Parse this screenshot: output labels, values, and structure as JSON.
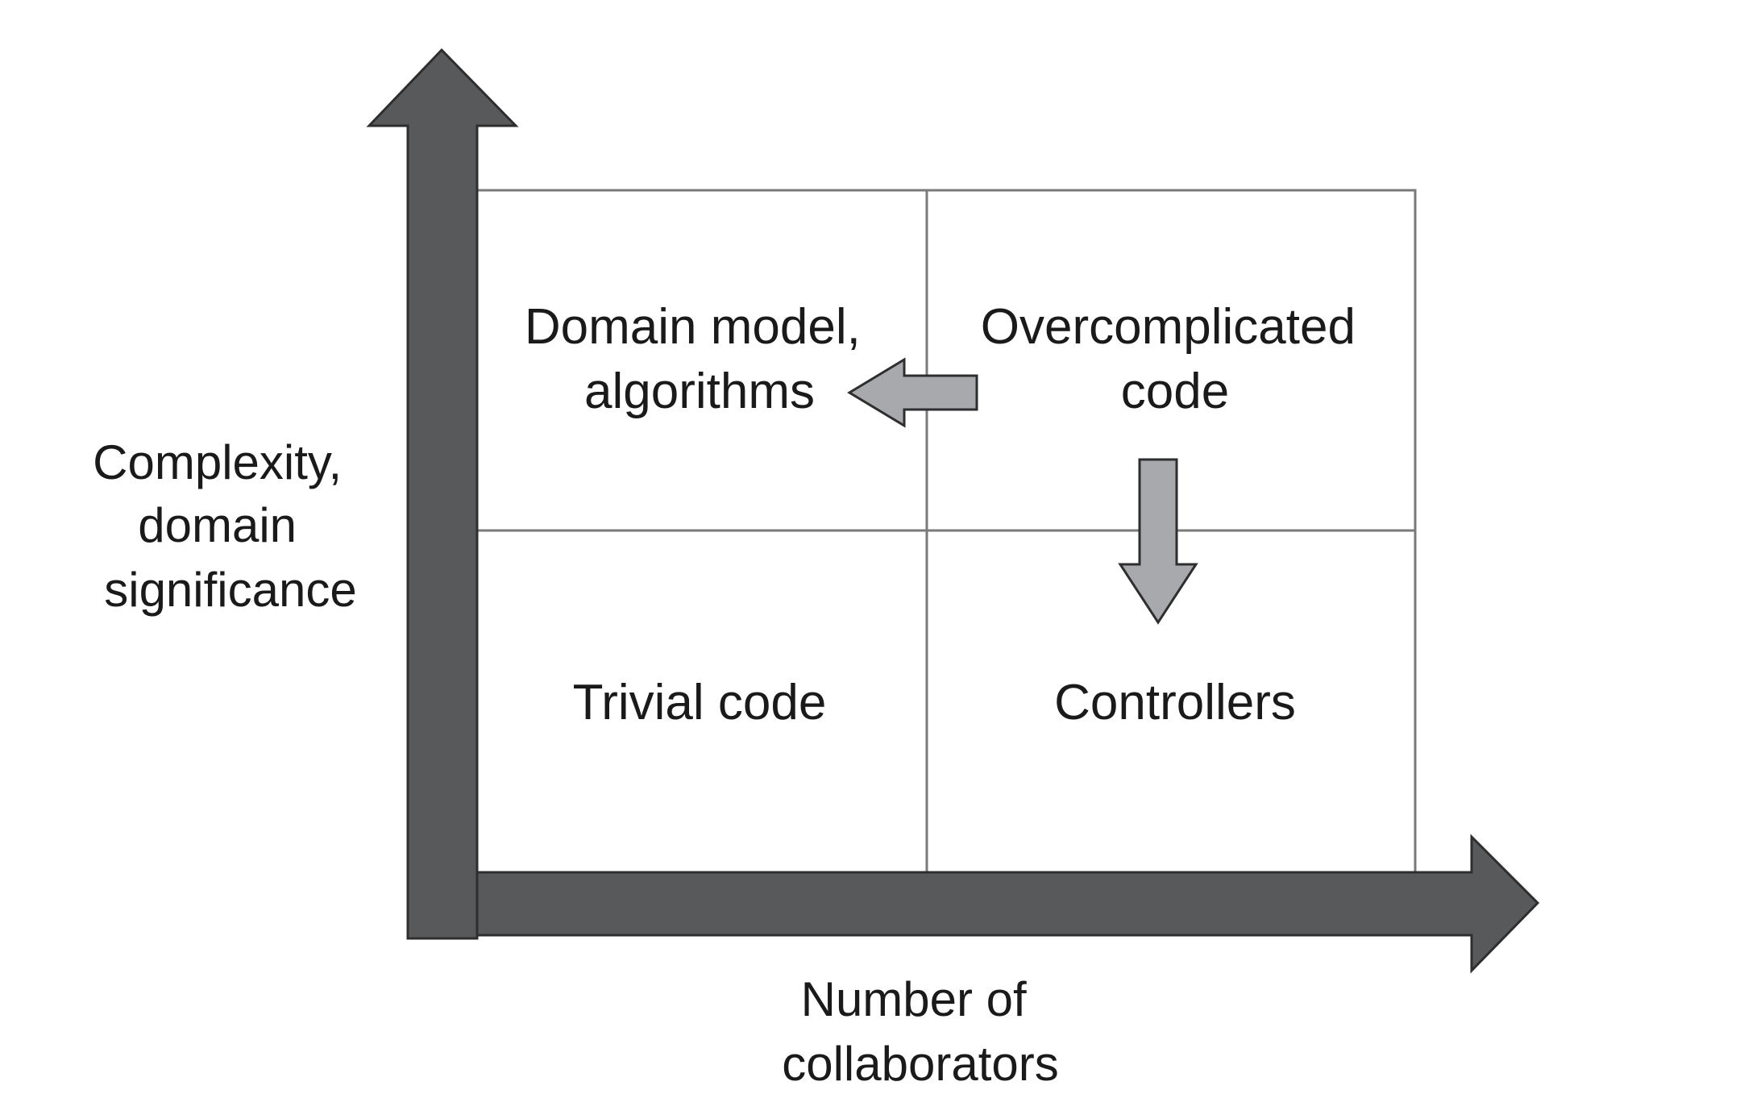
{
  "colors": {
    "axis_fill": "#58595b",
    "axis_stroke": "#2e2e2e",
    "grid_line": "#7a7a7a",
    "arrow_fill": "#a7a9ac",
    "arrow_stroke": "#2e2e2e",
    "text": "#1a1a1a"
  },
  "y_axis_label": [
    "Complexity,",
    "domain",
    "significance"
  ],
  "x_axis_label": [
    "Number of",
    "collaborators"
  ],
  "quadrants": {
    "top_left": [
      "Domain model,",
      "algorithms"
    ],
    "top_right": [
      "Overcomplicated",
      "code"
    ],
    "bottom_left": [
      "Trivial code"
    ],
    "bottom_right": [
      "Controllers"
    ]
  }
}
